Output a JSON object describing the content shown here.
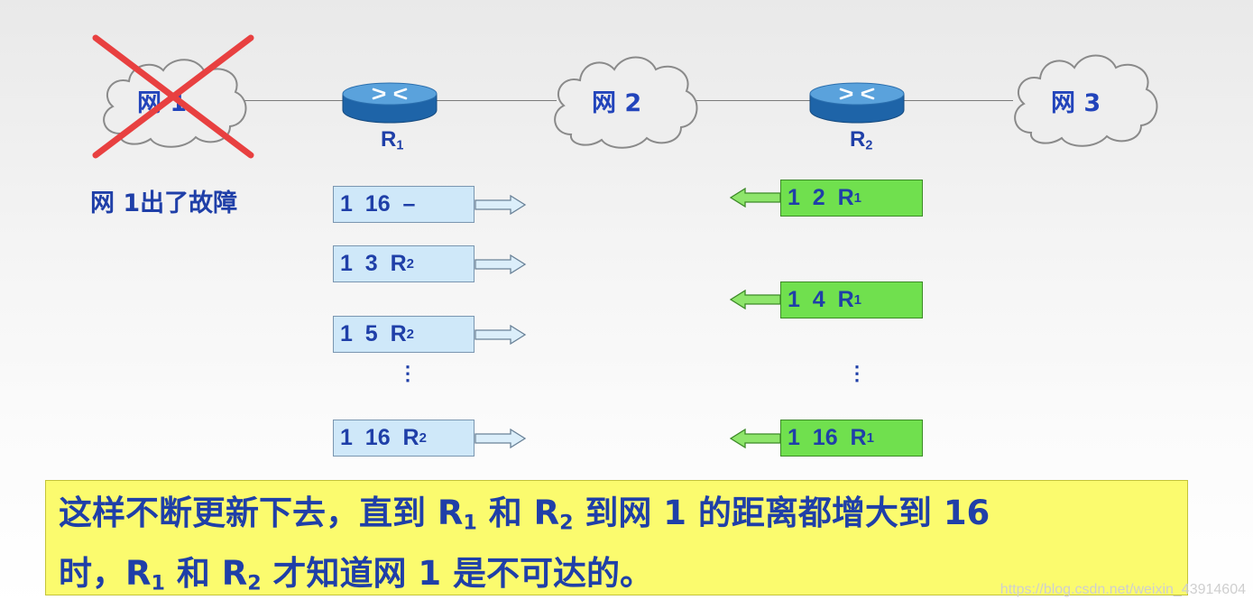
{
  "networks": {
    "net1": {
      "label": "网 1",
      "state": "failed"
    },
    "net2": {
      "label": "网 2"
    },
    "net3": {
      "label": "网 3"
    }
  },
  "routers": {
    "r1": {
      "name": "R",
      "sub": "1"
    },
    "r2": {
      "name": "R",
      "sub": "2"
    }
  },
  "fault_label": "网 1出了故障",
  "r1_messages": [
    {
      "text": "1  16  –",
      "sub": ""
    },
    {
      "text": "1  3  R",
      "sub": "2"
    },
    {
      "text": "1  5  R",
      "sub": "2"
    },
    {
      "text": "1  16  R",
      "sub": "2"
    }
  ],
  "r2_messages": [
    {
      "text": "1  2  R",
      "sub": "1"
    },
    {
      "text": "1  4  R",
      "sub": "1"
    },
    {
      "text": "1  16  R",
      "sub": "1"
    }
  ],
  "ellipsis": "⋮",
  "caption": {
    "line1_a": "这样不断更新下去，直到 R",
    "line1_sub1": "1",
    "line1_b": " 和 R",
    "line1_sub2": "2",
    "line1_c": " 到网 1 的距离都增大到 16",
    "line2_a": "时，R",
    "line2_sub1": "1",
    "line2_b": " 和 R",
    "line2_sub2": "2",
    "line2_c": " 才知道网 1 是不可达的。"
  },
  "watermark": "https://blog.csdn.net/weixin_43914604",
  "colors": {
    "label_blue": "#1f3fa8",
    "blue_box": "#cfe8f9",
    "green_box": "#70e04e",
    "caption_bg": "#fbfb6e",
    "cross_red": "#e84040"
  },
  "icons": [
    "cloud-icon",
    "router-icon",
    "cross-icon",
    "arrow-right-icon",
    "arrow-left-icon"
  ]
}
